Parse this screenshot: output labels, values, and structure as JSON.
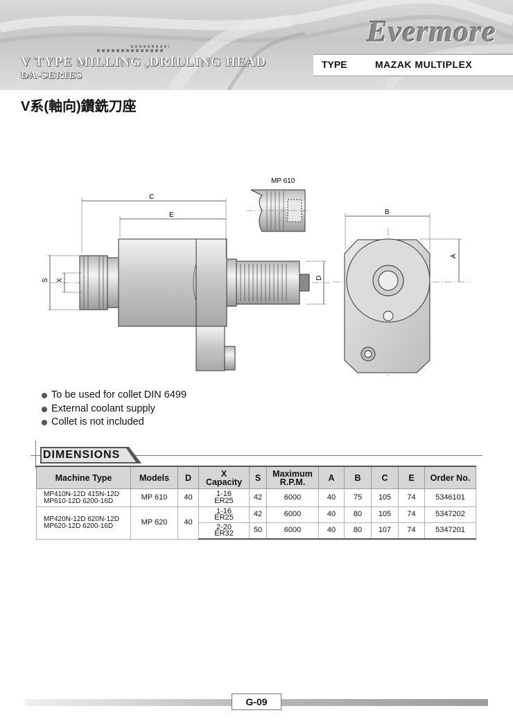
{
  "header": {
    "brand": "Evermore",
    "title": "V TYPE  MILLING ,DRILLING HEAD",
    "series": "DA-SERIES",
    "type_key": "TYPE",
    "type_value": "MAZAK  MULTIPLEX"
  },
  "cn_title": "V系(軸向)鑽銑刀座",
  "drawing": {
    "inset_label": "MP 610",
    "dim_C": "C",
    "dim_E": "E",
    "dim_S": "S",
    "dim_X": "X",
    "dim_D": "D",
    "dim_B": "B",
    "dim_A": "A"
  },
  "features": [
    "To be used for collet DIN 6499",
    "External coolant supply",
    "Collet is not included"
  ],
  "dimensions": {
    "label": "DIMENSIONS",
    "headers": {
      "machine_type": "Machine Type",
      "models": "Models",
      "d": "D",
      "x_top": "X",
      "x_bottom": "Capacity",
      "s": "S",
      "rpm_top": "Maximum",
      "rpm_bottom": "R.P.M.",
      "a": "A",
      "b": "B",
      "c": "C",
      "e": "E",
      "order": "Order No."
    },
    "group1": {
      "machine_line1": "MP410N-12D  415N-12D",
      "machine_line2": "MP610-12D  6200-16D",
      "model": "MP 610",
      "d": "40",
      "rows": [
        {
          "x_top": "1-16",
          "x_bottom": "ER25",
          "s": "42",
          "rpm": "6000",
          "a": "40",
          "b": "75",
          "c": "105",
          "e": "74",
          "order": "5346101"
        }
      ]
    },
    "group2": {
      "machine_line1": "MP420N-12D  620N-12D",
      "machine_line2": "MP620-12D  6200-16D",
      "model": "MP 620",
      "d": "40",
      "rows": [
        {
          "x_top": "1-16",
          "x_bottom": "ER25",
          "s": "42",
          "rpm": "6000",
          "a": "40",
          "b": "80",
          "c": "105",
          "e": "74",
          "order": "5347202"
        },
        {
          "x_top": "2-20",
          "x_bottom": "ER32",
          "s": "50",
          "rpm": "6000",
          "a": "40",
          "b": "80",
          "c": "107",
          "e": "74",
          "order": "5347201"
        }
      ]
    }
  },
  "footer": {
    "page": "G-09"
  }
}
